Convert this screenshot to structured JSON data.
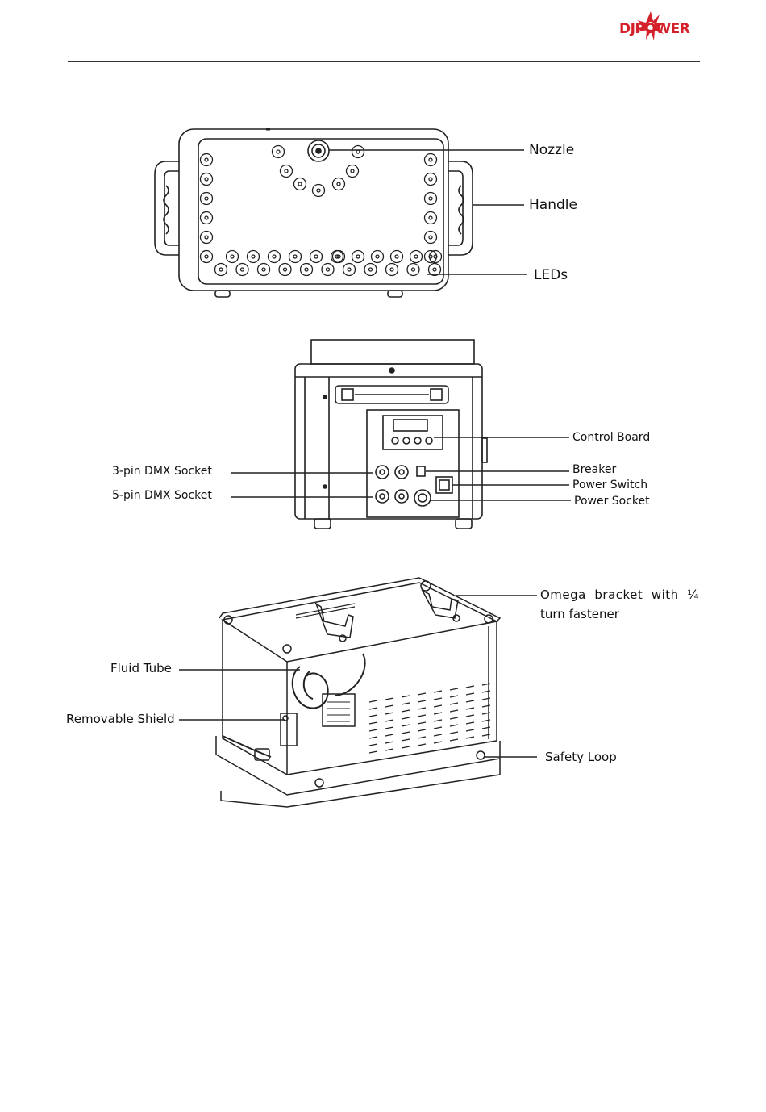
{
  "header": {
    "logo_text": "DJPOWER"
  },
  "figure_front": {
    "labels": {
      "nozzle": "Nozzle",
      "handle": "Handle",
      "leds": "LEDs"
    }
  },
  "figure_back": {
    "labels": {
      "dmx3": "3-pin DMX Socket",
      "dmx5": "5-pin DMX Socket",
      "control_board": "Control Board",
      "breaker": "Breaker",
      "power_switch": "Power Switch",
      "power_socket": "Power Socket"
    }
  },
  "figure_iso": {
    "labels": {
      "omega_line1": "Omega  bracket  with  ¼",
      "omega_line2": "turn fastener",
      "fluid_tube": "Fluid Tube",
      "removable_shield": "Removable Shield",
      "safety_loop": "Safety Loop"
    }
  }
}
